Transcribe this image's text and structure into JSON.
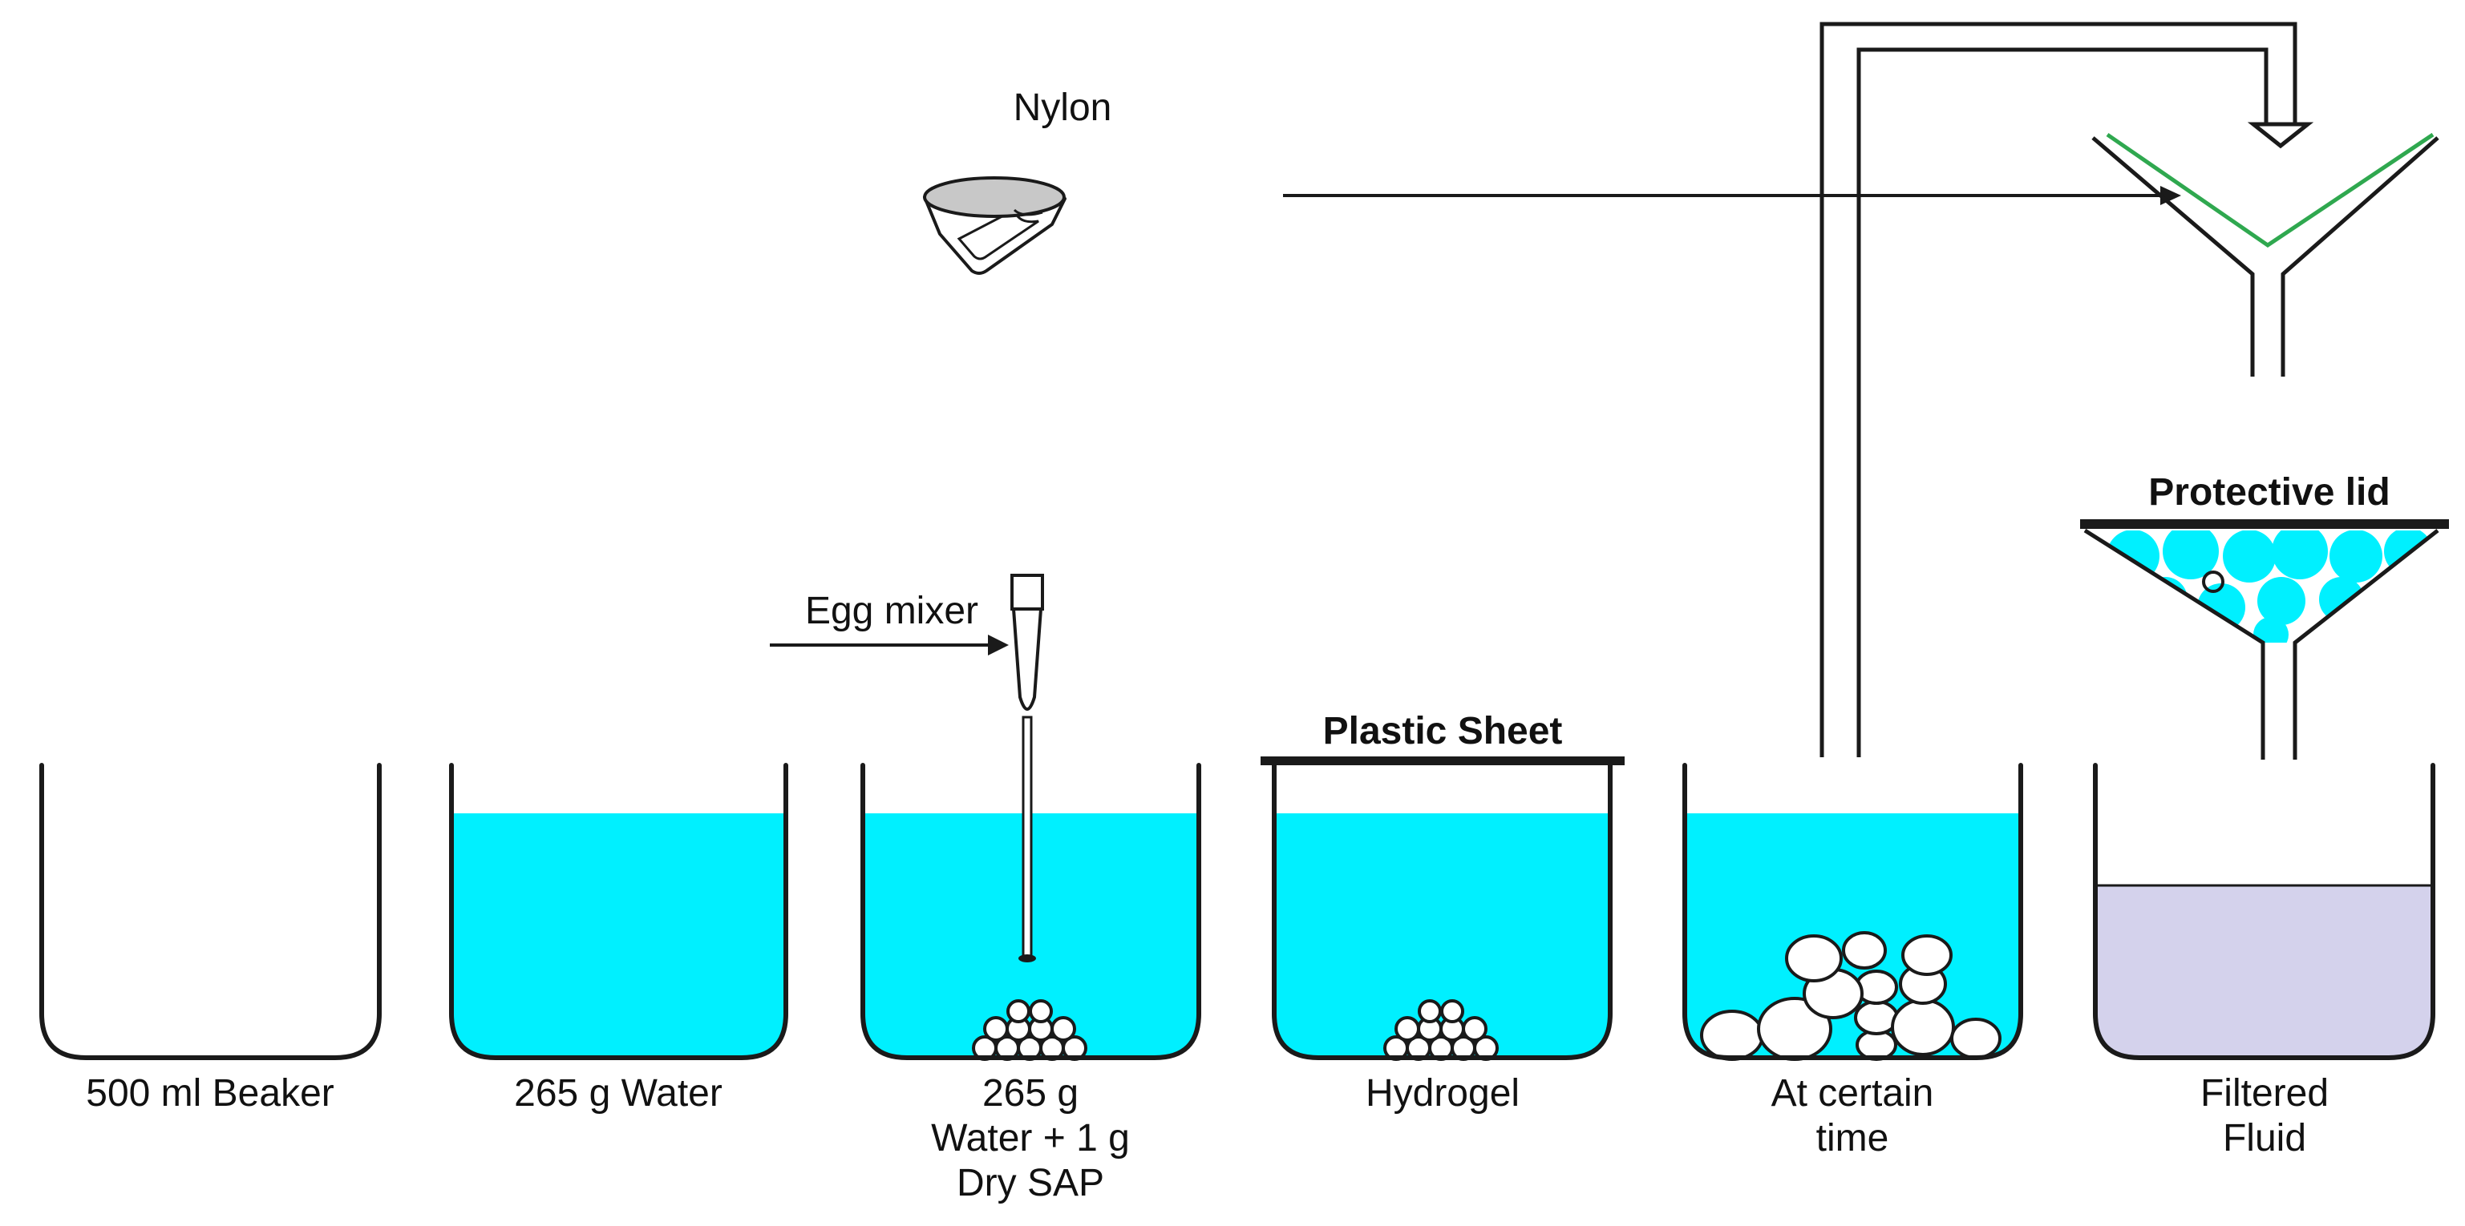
{
  "labels": {
    "beaker_500": "500 ml Beaker",
    "water_265": "265 g Water",
    "mix_line1": "265 g",
    "mix_line2": "Water + 1 g",
    "mix_line3": "Dry SAP",
    "hydrogel": "Hydrogel",
    "certain_line1": "At certain",
    "certain_line2": "time",
    "filtered_line1": "Filtered",
    "filtered_line2": "Fluid",
    "nylon": "Nylon",
    "egg_mixer": "Egg mixer",
    "plastic_sheet": "Plastic Sheet",
    "protective_lid": "Protective lid"
  },
  "colors": {
    "water": "#00f0ff",
    "filtered_fluid": "#d4d2ec",
    "nylon_fill": "#c8c8c8",
    "filter_mesh": "#2fa84f",
    "line": "#1a1a1a"
  }
}
